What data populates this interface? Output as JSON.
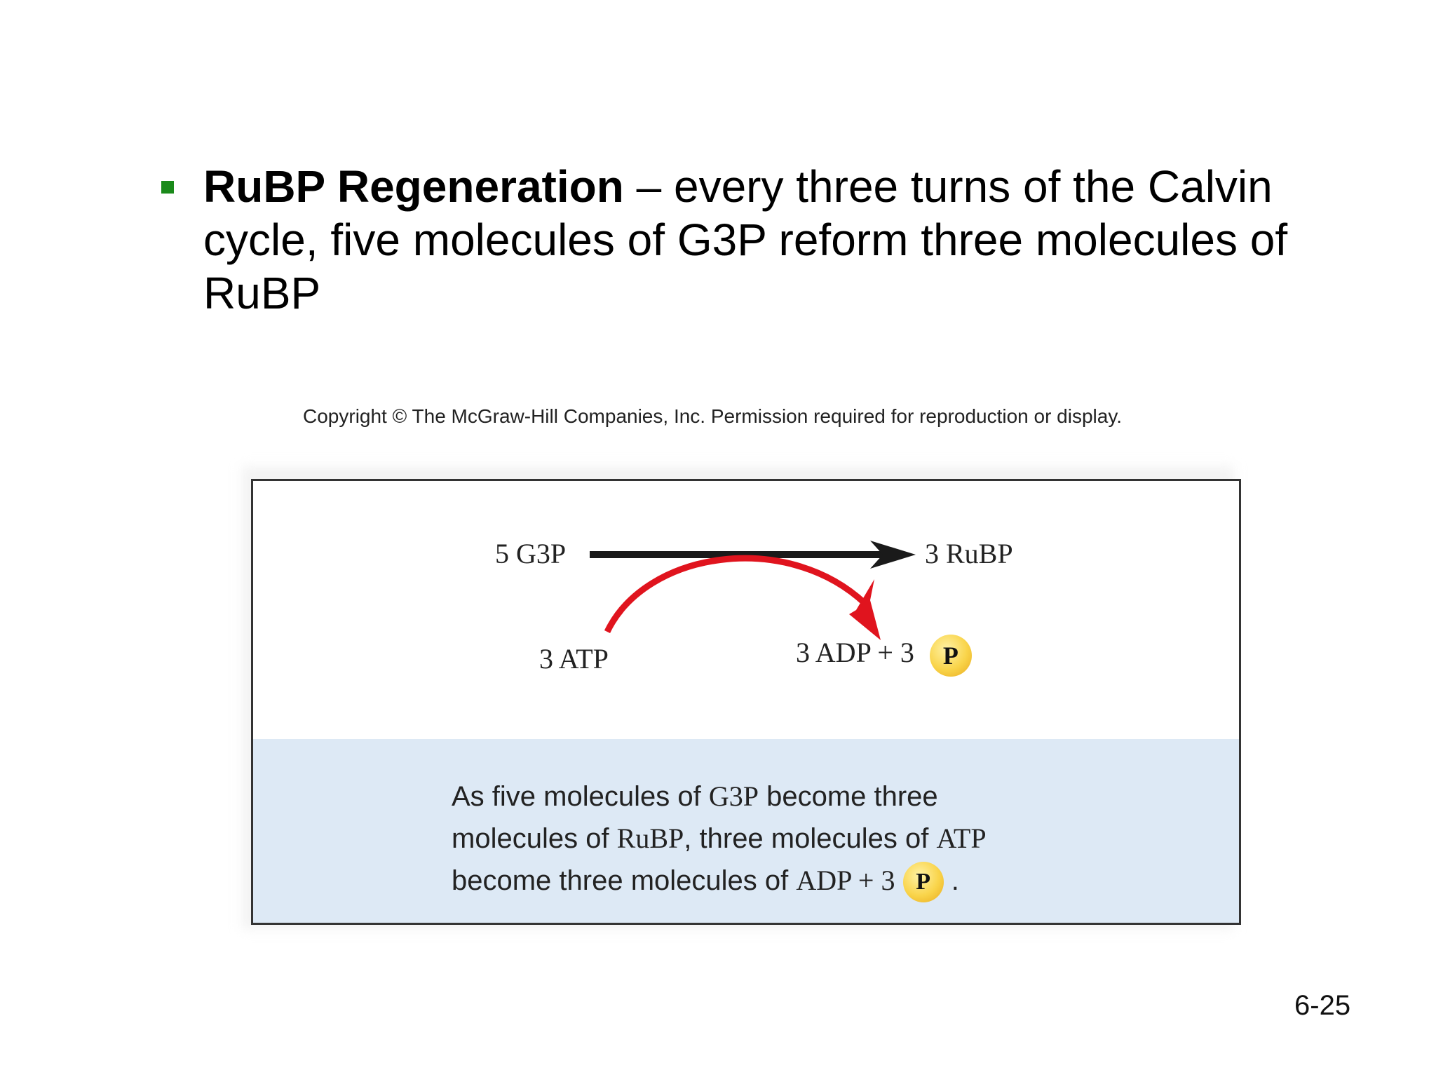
{
  "bullet": {
    "heading": "RuBP Regeneration",
    "text": " – every three turns of the Calvin cycle, five molecules of G3P reform three molecules of RuBP"
  },
  "copyright": "Copyright © The McGraw-Hill Companies, Inc. Permission required for reproduction or display.",
  "diagram": {
    "reactant": "5 G3P",
    "product": "3 RuBP",
    "energy_in": "3 ATP",
    "energy_out": "3 ADP + 3",
    "phosphate_symbol": "P"
  },
  "caption": {
    "line1_a": "As five molecules of ",
    "line1_b": "G3P",
    "line1_c": " become three",
    "line2_a": "molecules of ",
    "line2_b": "RuBP",
    "line2_c": ", three molecules of ",
    "line2_d": "ATP",
    "line3_a": "become three molecules of ",
    "line3_b": "ADP + 3",
    "line3_c": ".",
    "phosphate_symbol": "P"
  },
  "page_number": "6-25",
  "colors": {
    "bullet": "#1a8a1a",
    "arrow_main": "#1a1a1a",
    "arrow_energy": "#e0141e",
    "caption_panel": "#dde9f5",
    "phosphate": "#f9d44a"
  }
}
